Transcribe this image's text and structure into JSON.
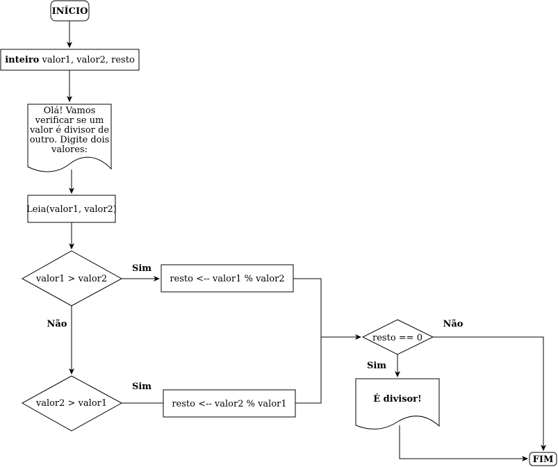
{
  "nodes": {
    "start": "INÍCIO",
    "declare_keyword": "inteiro",
    "declare_vars": " valor1, valor2, resto",
    "message_lines": [
      "Olá! Vamos",
      "verificar se um",
      "valor é divisor de",
      "outro. Digite dois",
      "valores:"
    ],
    "read": "Leia(valor1, valor2)",
    "decision_1": "valor1 > valor2",
    "assign_1": "resto <-- valor1 % valor2",
    "decision_2": "valor2 > valor1",
    "assign_2": "resto <-- valor2 % valor1",
    "decision_3": "resto == 0",
    "output": "É divisor!",
    "end": "FIM"
  },
  "edge_labels": {
    "d1_yes": "Sim",
    "d1_no": "Não",
    "d2_yes": "Sim",
    "d3_no": "Não",
    "d3_yes": "Sim"
  }
}
